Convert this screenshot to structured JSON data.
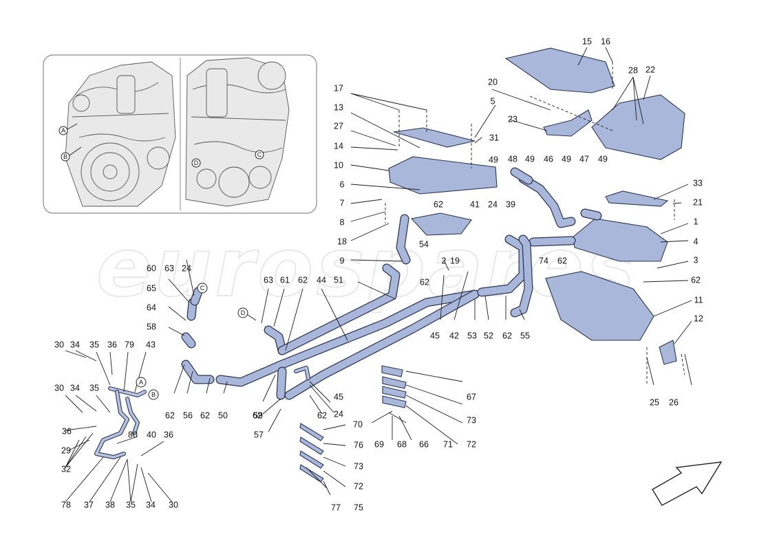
{
  "watermark": "eurospares",
  "inset": {
    "left_refs": [
      {
        "letter": "A"
      },
      {
        "letter": "B"
      }
    ],
    "right_refs": [
      {
        "letter": "D"
      },
      {
        "letter": "C"
      }
    ]
  },
  "ref_markers": [
    {
      "letter": "C"
    },
    {
      "letter": "D"
    },
    {
      "letter": "A"
    },
    {
      "letter": "B"
    }
  ],
  "callouts": [
    {
      "n": "15"
    },
    {
      "n": "16"
    },
    {
      "n": "28"
    },
    {
      "n": "22"
    },
    {
      "n": "20"
    },
    {
      "n": "17"
    },
    {
      "n": "5"
    },
    {
      "n": "13"
    },
    {
      "n": "23"
    },
    {
      "n": "27"
    },
    {
      "n": "31"
    },
    {
      "n": "14"
    },
    {
      "n": "10"
    },
    {
      "n": "49"
    },
    {
      "n": "48"
    },
    {
      "n": "49"
    },
    {
      "n": "46"
    },
    {
      "n": "49"
    },
    {
      "n": "47"
    },
    {
      "n": "49"
    },
    {
      "n": "6"
    },
    {
      "n": "33"
    },
    {
      "n": "62"
    },
    {
      "n": "41"
    },
    {
      "n": "24"
    },
    {
      "n": "39"
    },
    {
      "n": "21"
    },
    {
      "n": "7"
    },
    {
      "n": "8"
    },
    {
      "n": "1"
    },
    {
      "n": "18"
    },
    {
      "n": "4"
    },
    {
      "n": "54"
    },
    {
      "n": "9"
    },
    {
      "n": "19"
    },
    {
      "n": "74"
    },
    {
      "n": "62"
    },
    {
      "n": "3"
    },
    {
      "n": "62"
    },
    {
      "n": "60"
    },
    {
      "n": "63"
    },
    {
      "n": "24"
    },
    {
      "n": "2"
    },
    {
      "n": "62"
    },
    {
      "n": "65"
    },
    {
      "n": "63"
    },
    {
      "n": "61"
    },
    {
      "n": "62"
    },
    {
      "n": "44"
    },
    {
      "n": "51"
    },
    {
      "n": "11"
    },
    {
      "n": "64"
    },
    {
      "n": "12"
    },
    {
      "n": "58"
    },
    {
      "n": "45"
    },
    {
      "n": "42"
    },
    {
      "n": "53"
    },
    {
      "n": "52"
    },
    {
      "n": "62"
    },
    {
      "n": "55"
    },
    {
      "n": "30"
    },
    {
      "n": "34"
    },
    {
      "n": "35"
    },
    {
      "n": "36"
    },
    {
      "n": "79"
    },
    {
      "n": "43"
    },
    {
      "n": "45"
    },
    {
      "n": "24"
    },
    {
      "n": "67"
    },
    {
      "n": "30"
    },
    {
      "n": "34"
    },
    {
      "n": "35"
    },
    {
      "n": "25"
    },
    {
      "n": "26"
    },
    {
      "n": "40"
    },
    {
      "n": "73"
    },
    {
      "n": "62"
    },
    {
      "n": "56"
    },
    {
      "n": "62"
    },
    {
      "n": "50"
    },
    {
      "n": "59"
    },
    {
      "n": "62"
    },
    {
      "n": "62"
    },
    {
      "n": "70"
    },
    {
      "n": "36"
    },
    {
      "n": "80"
    },
    {
      "n": "36"
    },
    {
      "n": "72"
    },
    {
      "n": "69"
    },
    {
      "n": "68"
    },
    {
      "n": "66"
    },
    {
      "n": "71"
    },
    {
      "n": "29"
    },
    {
      "n": "57"
    },
    {
      "n": "76"
    },
    {
      "n": "32"
    },
    {
      "n": "73"
    },
    {
      "n": "72"
    },
    {
      "n": "75"
    },
    {
      "n": "78"
    },
    {
      "n": "37"
    },
    {
      "n": "38"
    },
    {
      "n": "35"
    },
    {
      "n": "34"
    },
    {
      "n": "30"
    },
    {
      "n": "77"
    }
  ]
}
